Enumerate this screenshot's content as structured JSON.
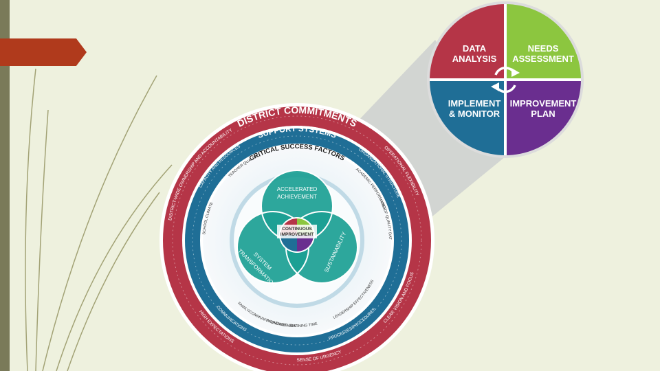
{
  "colors": {
    "background": "#eef1de",
    "accent_bar": "#7a7a59",
    "flag": "#b03a1c",
    "ring_red": "#b53547",
    "ring_blue": "#1f6e96",
    "teal": "#1ba094",
    "green": "#8cc63f",
    "purple": "#6a2e8f"
  },
  "quadrants": {
    "data_analysis": [
      "DATA",
      "ANALYSIS"
    ],
    "needs_assessment": [
      "NEEDS",
      "ASSESSMENT"
    ],
    "implement_monitor": [
      "IMPLEMENT",
      "& MONITOR"
    ],
    "improvement_plan": [
      "IMPROVEMENT",
      "PLAN"
    ]
  },
  "outer_ring": {
    "title": "DISTRICT COMMITMENTS",
    "items": [
      "DISTRICT-WIDE OWNERSHIP AND ACCOUNTABILITY",
      "OPERATIONAL FLEXIBILITY",
      "CLEAR VISION AND FOCUS",
      "SENSE OF URGENCY",
      "HIGH EXPECTATIONS"
    ]
  },
  "middle_ring": {
    "title": "SUPPORT SYSTEMS",
    "items": [
      "CAPACITY AND RESOURCES",
      "ORGANIZATIONAL STRUCTURE",
      "PROCESSES/PROCEDURES",
      "COMMUNICATIONS"
    ]
  },
  "inner_disc": {
    "title": "CRITICAL SUCCESS FACTORS",
    "items": [
      "TEACHER QUALITY",
      "ACADEMIC PERFORMANCE",
      "USE OF QUALITY DATA TO DRIVE INSTRUCTION",
      "LEADERSHIP EFFECTIVENESS",
      "INCREASED LEARNING TIME",
      "FAMILY/COMMUNITY ENGAGEMENT",
      "SCHOOL CLIMATE"
    ]
  },
  "core_circles": {
    "top": [
      "ACCELERATED",
      "ACHIEVEMENT"
    ],
    "left": [
      "SYSTEM",
      "TRANSFORMATION"
    ],
    "right": [
      "SUSTAINABILITY"
    ],
    "center": [
      "CONTINUOUS",
      "IMPROVEMENT"
    ]
  },
  "icons": [
    "cycle-arrows-icon"
  ]
}
